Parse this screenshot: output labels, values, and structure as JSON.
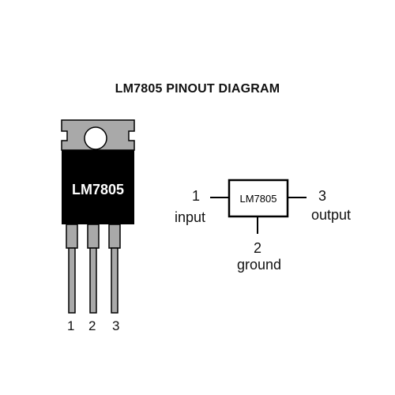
{
  "title": "LM7805 PINOUT DIAGRAM",
  "package": {
    "body_label": "LM7805",
    "pin_numbers": [
      "1",
      "2",
      "3"
    ],
    "colors": {
      "tab": "#a9a9a9",
      "body": "#000000",
      "leg": "#a9a9a9",
      "outline": "#000000"
    }
  },
  "schematic": {
    "block_label": "LM7805",
    "pins": [
      {
        "number": "1",
        "name": "input"
      },
      {
        "number": "2",
        "name": "ground"
      },
      {
        "number": "3",
        "name": "output"
      }
    ]
  }
}
